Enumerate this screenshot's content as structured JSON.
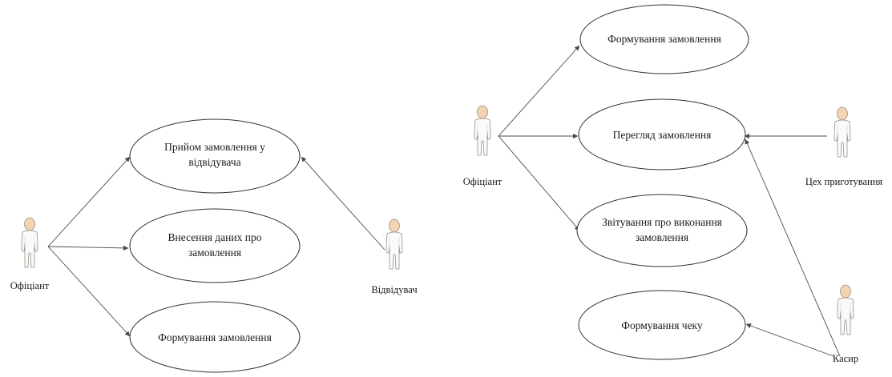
{
  "colors": {
    "actor_skin": "#f3d3b1",
    "actor_body": "#fafafa",
    "actor_outline": "#9a8f86",
    "line": "#4a4a4a"
  },
  "left_diagram": {
    "actors": {
      "waiter": "Офіціант",
      "visitor": "Відвідувач"
    },
    "use_cases": {
      "accept_order": [
        "Прийом замовлення у",
        "відвідувача"
      ],
      "enter_order_data": [
        "Внесення даних про",
        "замовлення"
      ],
      "form_order": [
        "Формування замовлення"
      ]
    }
  },
  "right_diagram": {
    "actors": {
      "waiter": "Офіціант",
      "kitchen": "Цех приготування",
      "cashier": "Касир"
    },
    "use_cases": {
      "form_order": [
        "Формування замовлення"
      ],
      "view_order": [
        "Перегляд замовлення"
      ],
      "report_execution": [
        "Звітування про виконання",
        "замовлення"
      ],
      "form_receipt": [
        "Формування чеку"
      ]
    }
  }
}
